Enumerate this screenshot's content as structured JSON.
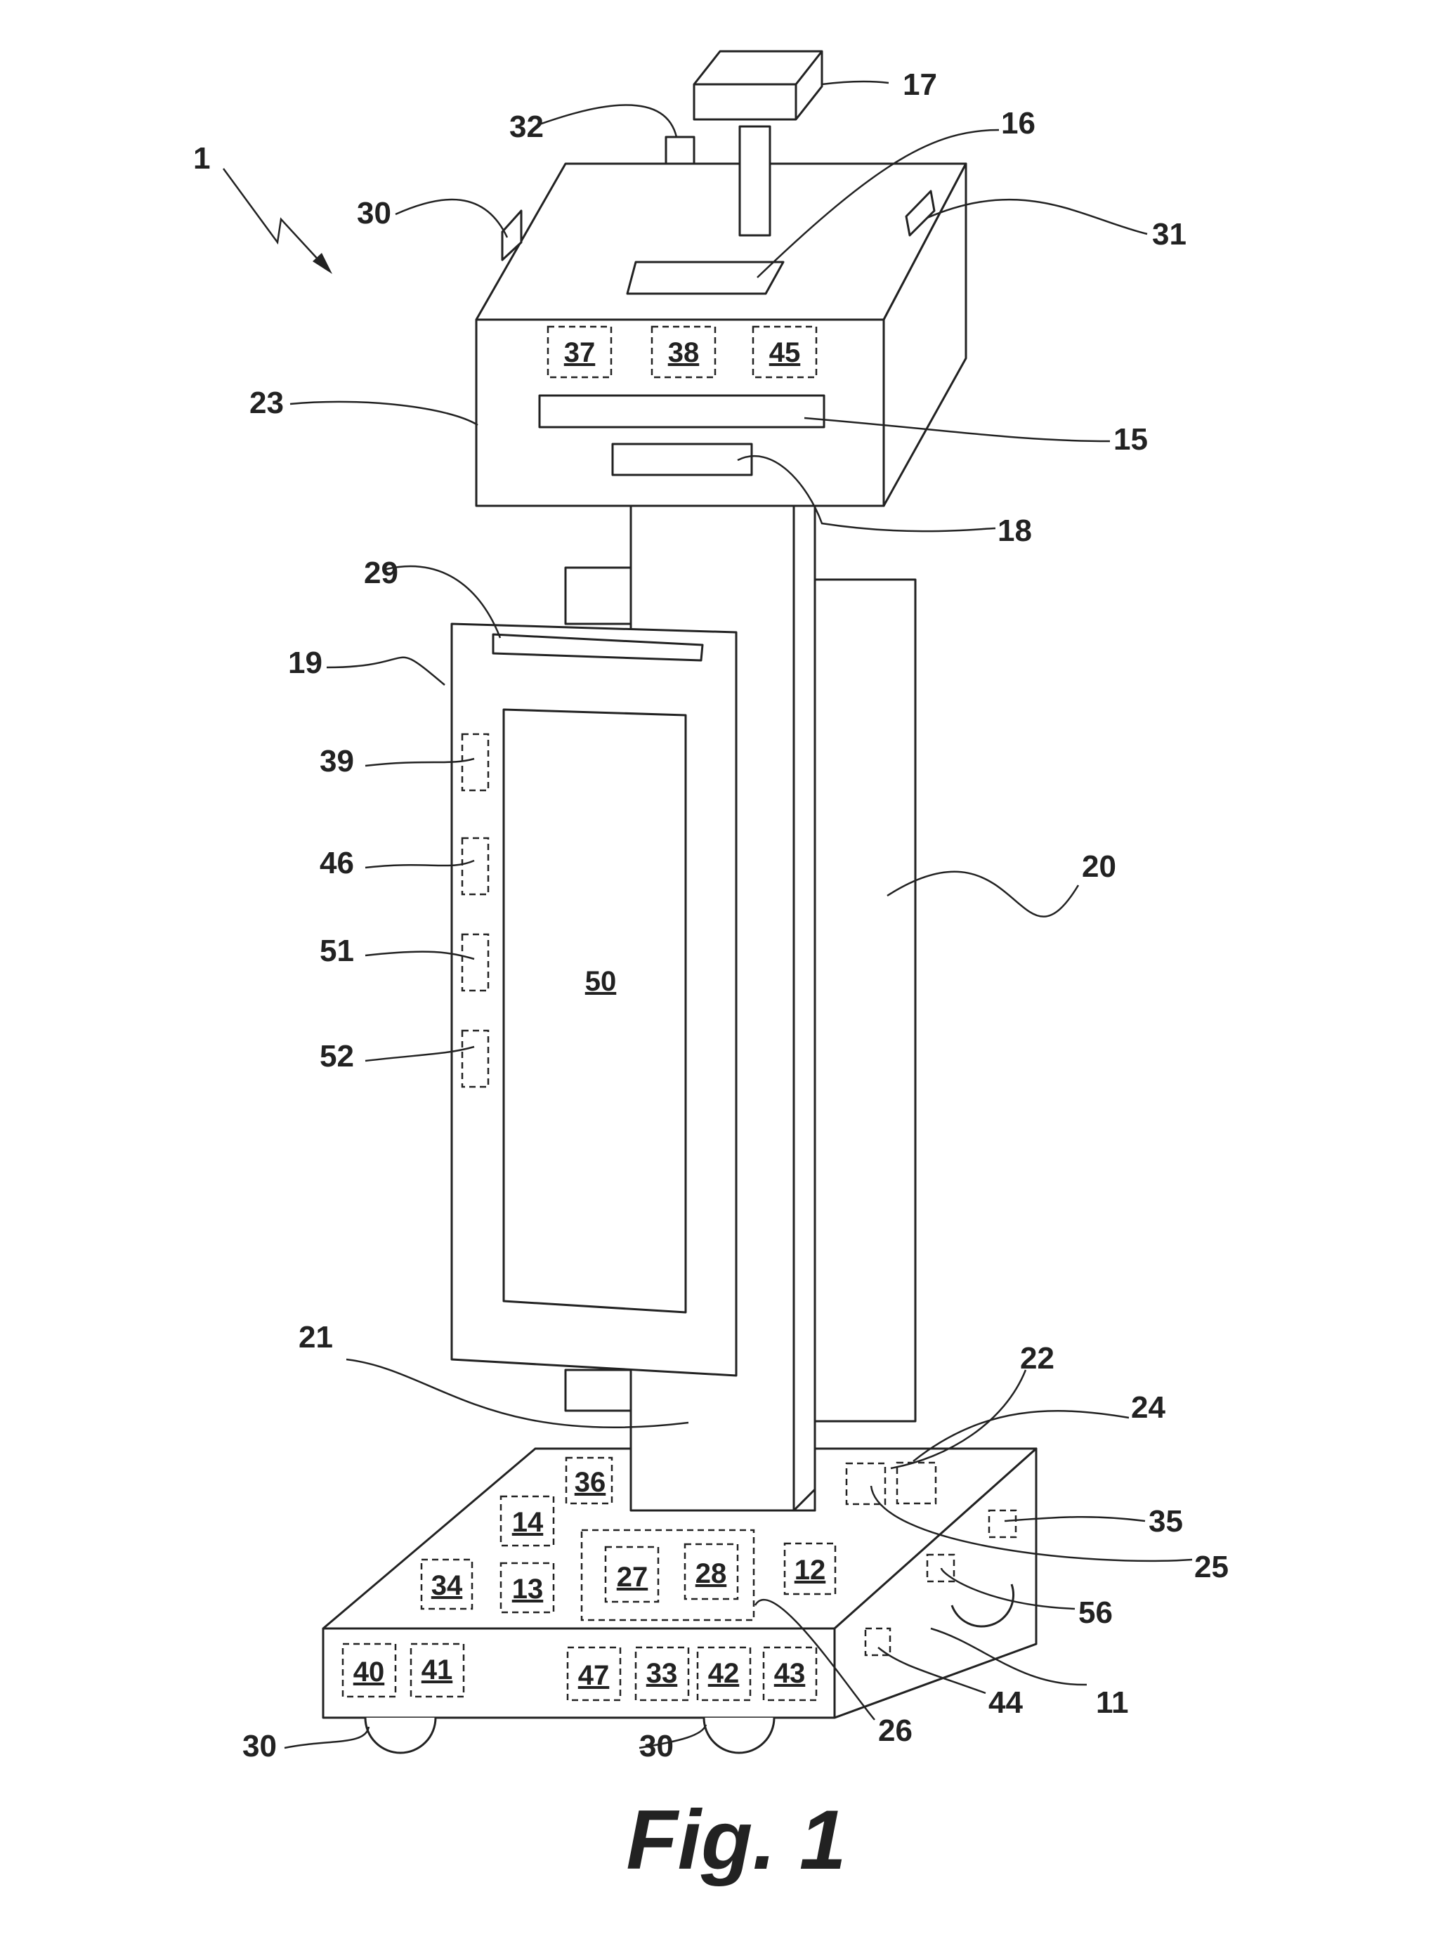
{
  "figure": {
    "caption": "Fig. 1",
    "labels": [
      "1",
      "11",
      "12",
      "13",
      "14",
      "15",
      "16",
      "17",
      "18",
      "19",
      "20",
      "21",
      "22",
      "23",
      "24",
      "25",
      "26",
      "27",
      "28",
      "29",
      "30",
      "31",
      "32",
      "33",
      "34",
      "35",
      "36",
      "37",
      "38",
      "39",
      "40",
      "41",
      "42",
      "43",
      "44",
      "45",
      "46",
      "47",
      "50",
      "51",
      "52",
      "56"
    ],
    "inner": [
      "37",
      "38",
      "45",
      "39",
      "46",
      "51",
      "52",
      "50",
      "36",
      "14",
      "34",
      "13",
      "27",
      "28",
      "12",
      "40",
      "41",
      "47",
      "33",
      "42",
      "43"
    ]
  }
}
